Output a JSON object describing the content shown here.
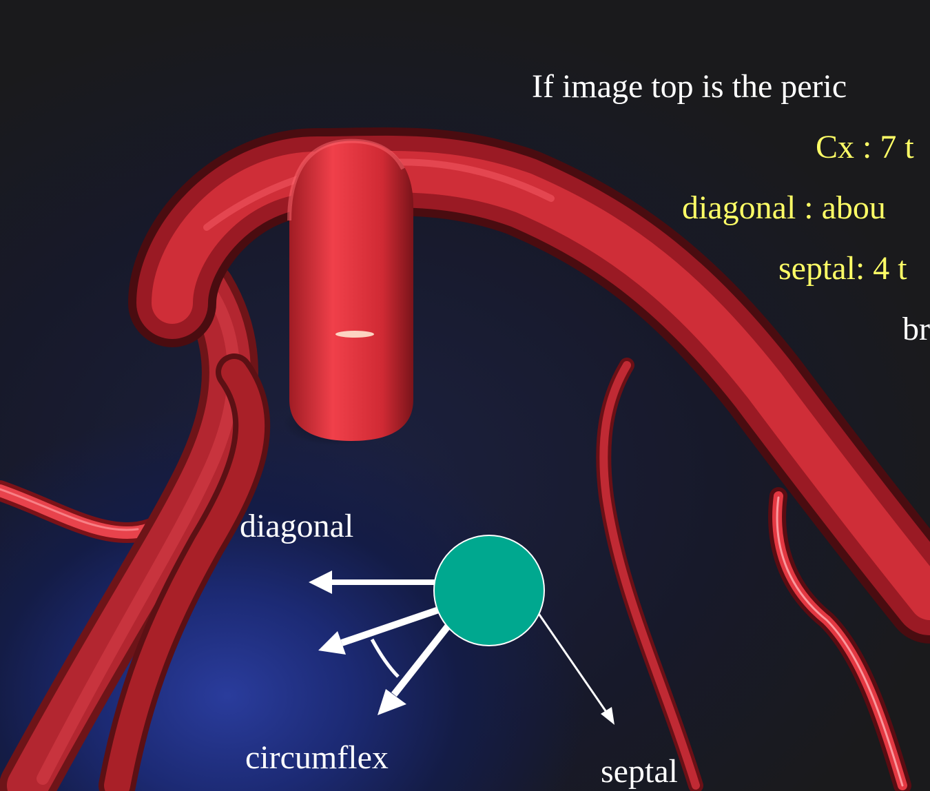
{
  "notes": {
    "line1": "If image top is the peric",
    "line2": "Cx : 7 t",
    "line3": "diagonal : abou",
    "line4": "septal: 4 t",
    "line5": "br"
  },
  "labels": {
    "diagonal": "diagonal",
    "circumflex": "circumflex",
    "septal": "septal"
  },
  "colors": {
    "note_white": "#ffffff",
    "note_yellow": "#ffff66",
    "vessel_red": "#d42a34",
    "marker_teal": "#00a88f",
    "arrow_white": "#ffffff"
  }
}
